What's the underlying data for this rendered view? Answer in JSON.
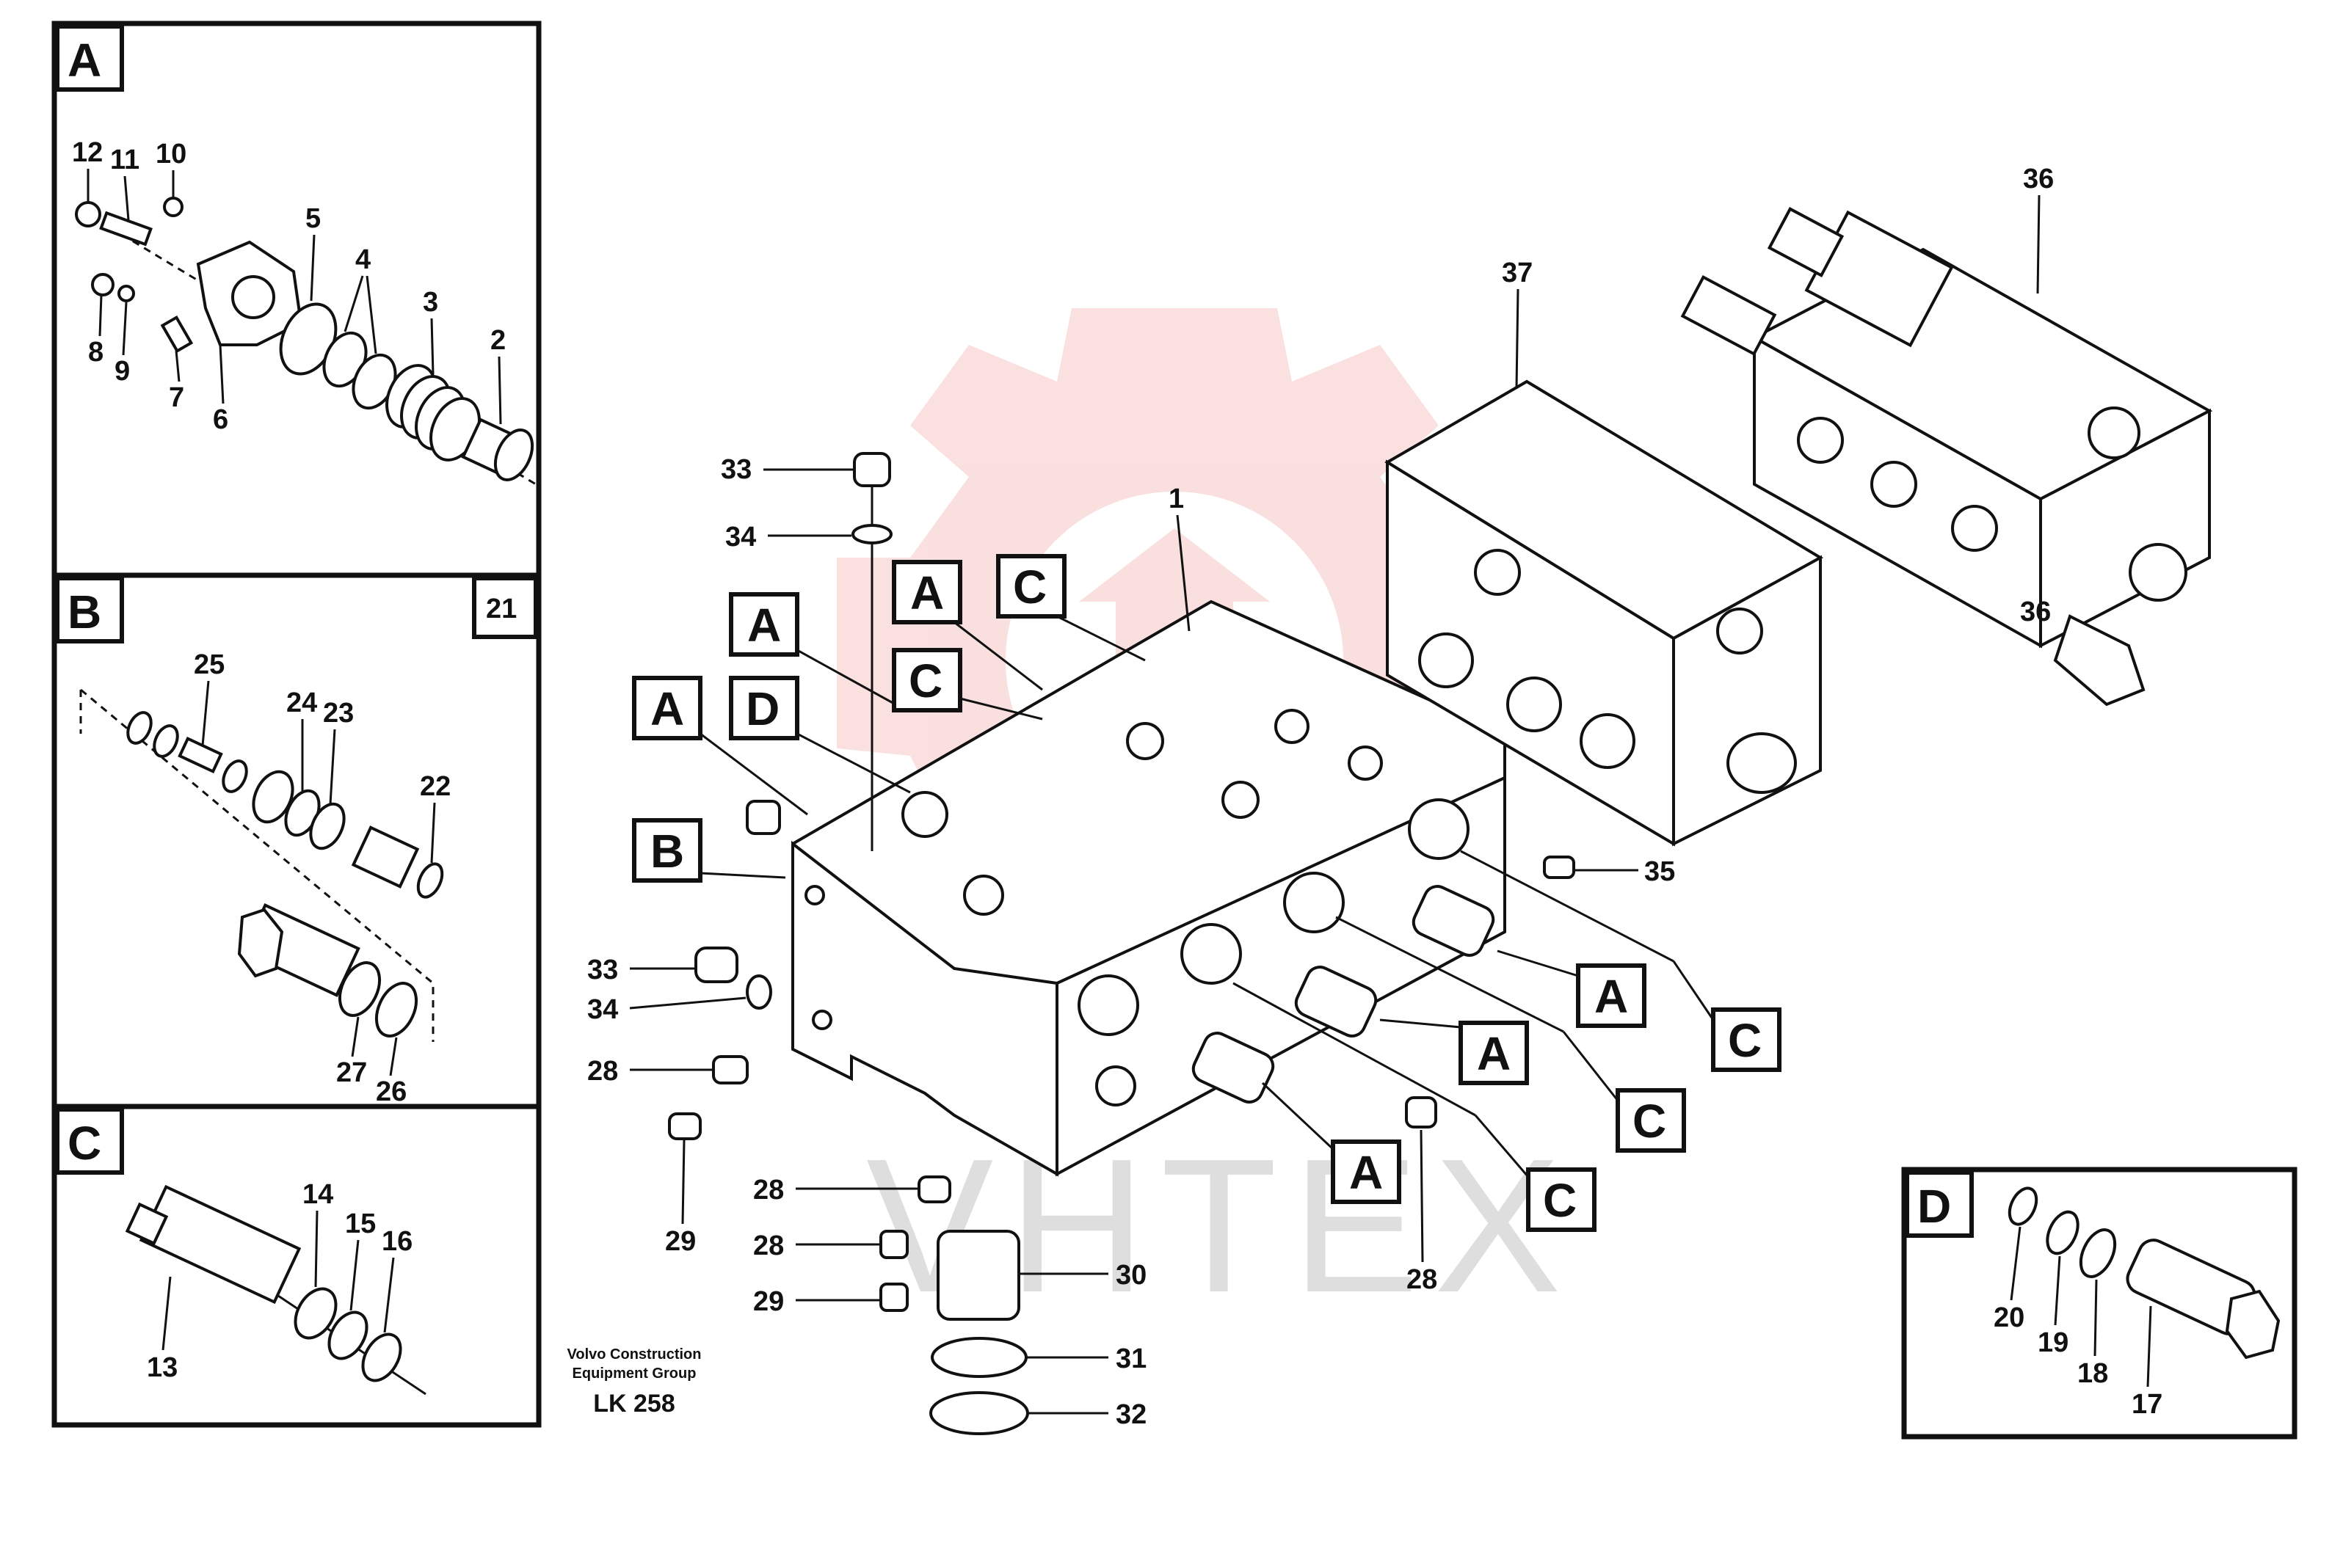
{
  "document": {
    "credit_line1": "Volvo Construction",
    "credit_line2": "Equipment Group",
    "drawing_code": "LK 258",
    "watermark_text": "VHTEX",
    "watermark_color": "#f7c6c6",
    "watermark_text_color": "#dedede"
  },
  "panels": {
    "a": {
      "tag": "A"
    },
    "b": {
      "tag": "B",
      "ref": "21"
    },
    "c": {
      "tag": "C"
    },
    "d": {
      "tag": "D"
    }
  },
  "callouts": {
    "top_a": "A",
    "top_c": "C",
    "a2": "A",
    "c2": "C",
    "a3": "A",
    "d1": "D",
    "b1": "B",
    "right_a1": "A",
    "right_c1": "C",
    "right_a2": "A",
    "right_c2": "C",
    "right_a3": "A",
    "right_c3": "C"
  },
  "parts": {
    "p1": "1",
    "p2": "2",
    "p3": "3",
    "p4": "4",
    "p5": "5",
    "p6": "6",
    "p7": "7",
    "p8": "8",
    "p9": "9",
    "p10": "10",
    "p11": "11",
    "p12": "12",
    "p13": "13",
    "p14": "14",
    "p15": "15",
    "p16": "16",
    "p17": "17",
    "p18": "18",
    "p19": "19",
    "p20": "20",
    "p22": "22",
    "p23": "23",
    "p24": "24",
    "p25": "25",
    "p26": "26",
    "p27": "27",
    "p28a": "28",
    "p28b": "28",
    "p28c": "28",
    "p28d": "28",
    "p29a": "29",
    "p29b": "29",
    "p30": "30",
    "p31": "31",
    "p32": "32",
    "p33a": "33",
    "p33b": "33",
    "p34a": "34",
    "p34b": "34",
    "p35": "35",
    "p36a": "36",
    "p36b": "36",
    "p37": "37"
  }
}
